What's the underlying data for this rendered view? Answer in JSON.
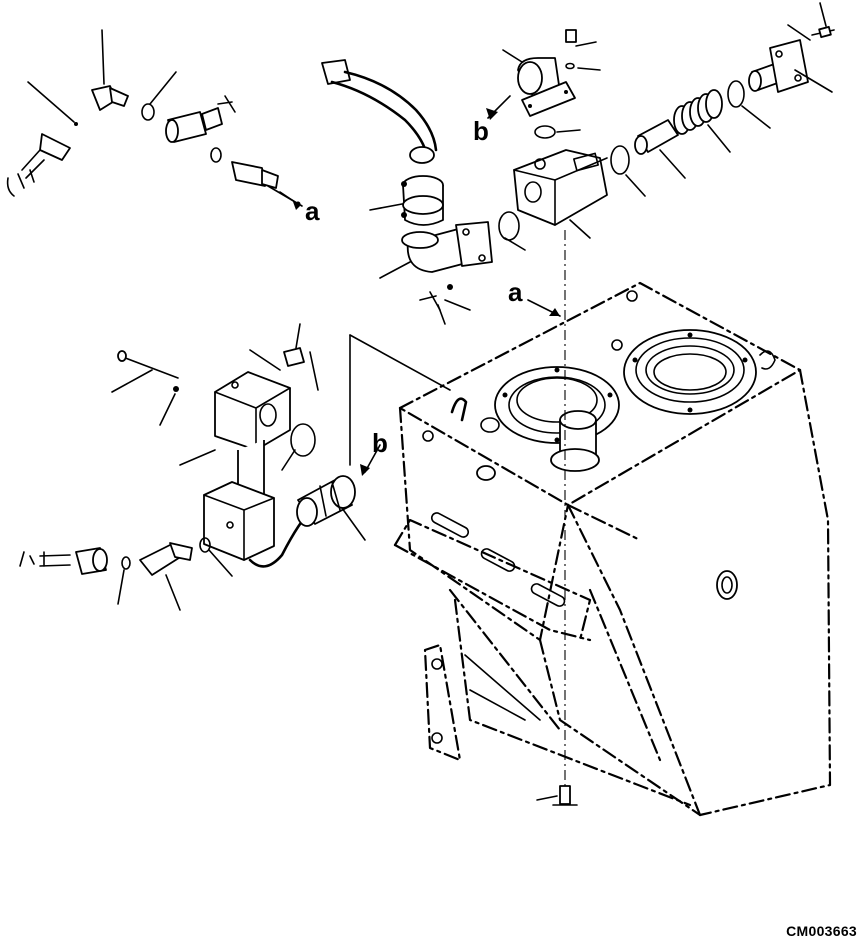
{
  "figure": {
    "code": "CM003663",
    "ref_letters": {
      "a": "a",
      "b": "b"
    }
  }
}
